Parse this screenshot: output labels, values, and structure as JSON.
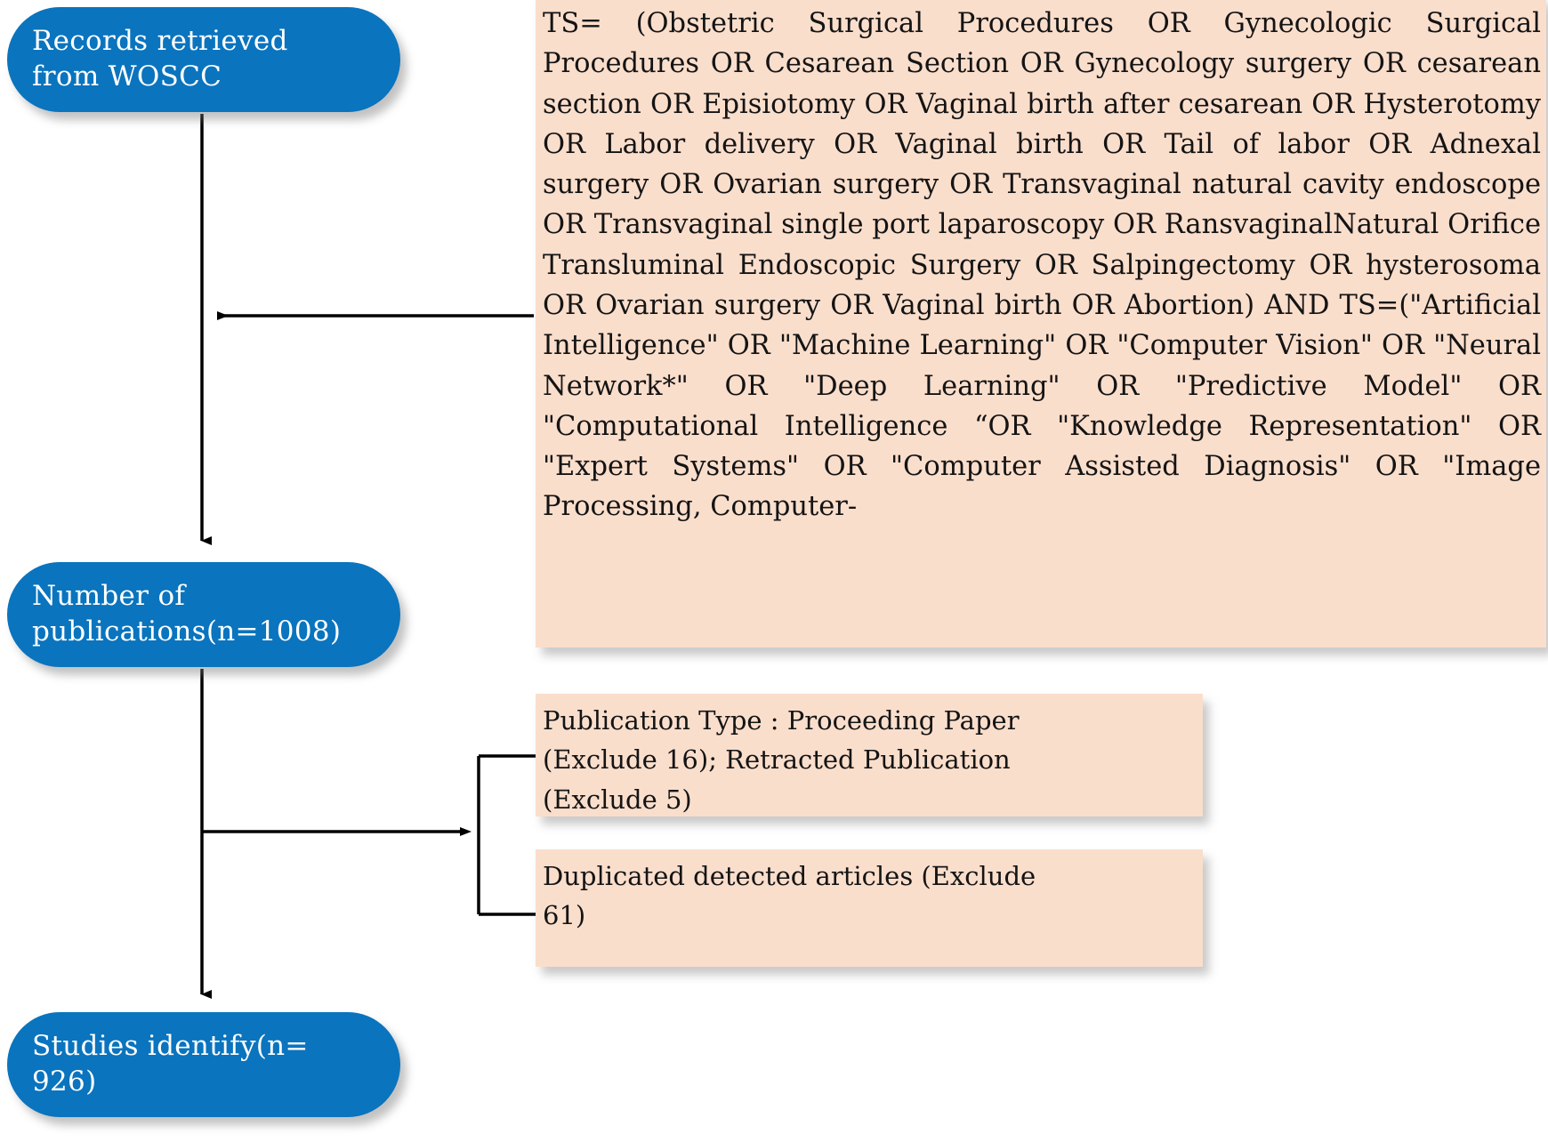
{
  "diagram": {
    "title": "Literature screening flowchart",
    "colors": {
      "node_fill": "#0A74BE",
      "node_text": "#FFFFFF",
      "panel_fill": "#FADECC",
      "panel_text": "#141414",
      "connector": "#000000",
      "background": "#FFFFFF"
    }
  },
  "nodes": {
    "records": {
      "label": "Records retrieved\nfrom WOSCC"
    },
    "publications": {
      "label": "Number of\npublications(n=1008)"
    },
    "studies": {
      "label": "Studies identify(n=\n926)"
    }
  },
  "panels": {
    "search_query": {
      "text": "TS= (Obstetric Surgical Procedures OR Gynecologic Surgical Procedures OR Cesarean Section OR Gynecology surgery OR cesarean section OR Episiotomy OR Vaginal birth after cesarean OR Hysterotomy OR Labor delivery OR Vaginal birth OR Tail of labor OR Adnexal surgery OR Ovarian surgery OR Transvaginal natural cavity endoscope OR Transvaginal single port laparoscopy OR RansvaginalNatural Orifice Transluminal Endoscopic Surgery OR Salpingectomy OR hysterosoma OR Ovarian surgery OR Vaginal birth OR Abortion) AND TS=(\"Artificial Intelligence\" OR \"Machine Learning\" OR \"Computer Vision\" OR \"Neural Network*\" OR \"Deep Learning\" OR \"Predictive Model\" OR \"Computational Intelligence “OR \"Knowledge Representation\" OR \"Expert Systems\" OR \"Computer Assisted Diagnosis\" OR \"Image Processing, Computer-"
    },
    "exclusion_publication_type": {
      "text": "Publication Type : Proceeding Paper\n(Exclude 16); Retracted Publication\n(Exclude 5)"
    },
    "exclusion_duplicates": {
      "text": "Duplicated detected articles (Exclude\n61)"
    }
  },
  "connectors": [
    {
      "name": "records-to-publications",
      "type": "vertical-arrow"
    },
    {
      "name": "query-to-main-flow",
      "type": "horizontal-arrow-left"
    },
    {
      "name": "publications-to-studies",
      "type": "vertical-arrow"
    },
    {
      "name": "publications-to-exclusions",
      "type": "branch-arrow-right"
    }
  ]
}
